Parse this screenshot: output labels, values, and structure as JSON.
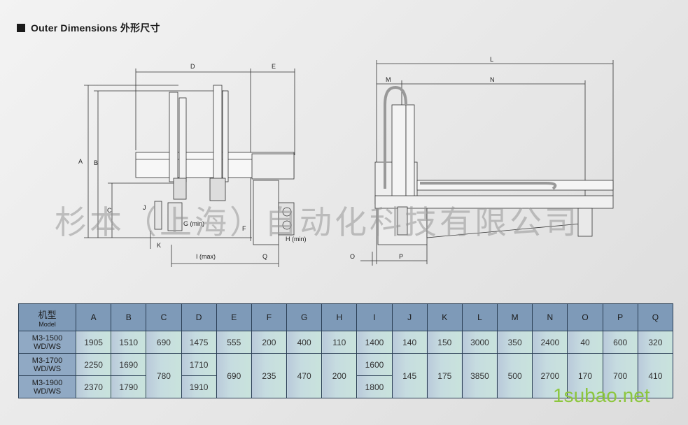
{
  "title": "Outer Dimensions 外形尺寸",
  "watermark": "杉本（上海）自动化科技有限公司",
  "watermark_site": "1subao.net",
  "diagram_labels": {
    "A": "A",
    "B": "B",
    "C": "C",
    "D": "D",
    "E": "E",
    "F": "F",
    "G": "G (min)",
    "H": "H (min)",
    "I": "I (max)",
    "J": "J",
    "K": "K",
    "L": "L",
    "M": "M",
    "N": "N",
    "O": "O",
    "P": "P",
    "Q": "Q"
  },
  "table": {
    "model_header": "机型",
    "model_header_sub": "Model",
    "columns": [
      "A",
      "B",
      "C",
      "D",
      "E",
      "F",
      "G",
      "H",
      "I",
      "J",
      "K",
      "L",
      "M",
      "N",
      "O",
      "P",
      "Q"
    ],
    "rows": [
      {
        "model": "M3-1500 WD/WS",
        "A": "1905",
        "B": "1510",
        "C": "690",
        "D": "1475",
        "E": "555",
        "F": "200",
        "G": "400",
        "H": "110",
        "I": "1400",
        "J": "140",
        "K": "150",
        "L": "3000",
        "M": "350",
        "N": "2400",
        "O": "40",
        "P": "600",
        "Q": "320"
      },
      {
        "model": "M3-1700 WD/WS",
        "A": "2250",
        "B": "1690",
        "D": "1710",
        "I": "1600"
      },
      {
        "model": "M3-1900 WD/WS",
        "A": "2370",
        "B": "1790",
        "D": "1910",
        "I": "1800"
      }
    ],
    "merged": {
      "C": "780",
      "E": "690",
      "F": "235",
      "G": "470",
      "H": "200",
      "J": "145",
      "K": "175",
      "L": "3850",
      "M": "500",
      "N": "2700",
      "O": "170",
      "P": "700",
      "Q": "410"
    }
  },
  "colors": {
    "header_bg": "#7e9ab8",
    "cell_bg": "#c6dce0",
    "border": "#2b3f55"
  }
}
